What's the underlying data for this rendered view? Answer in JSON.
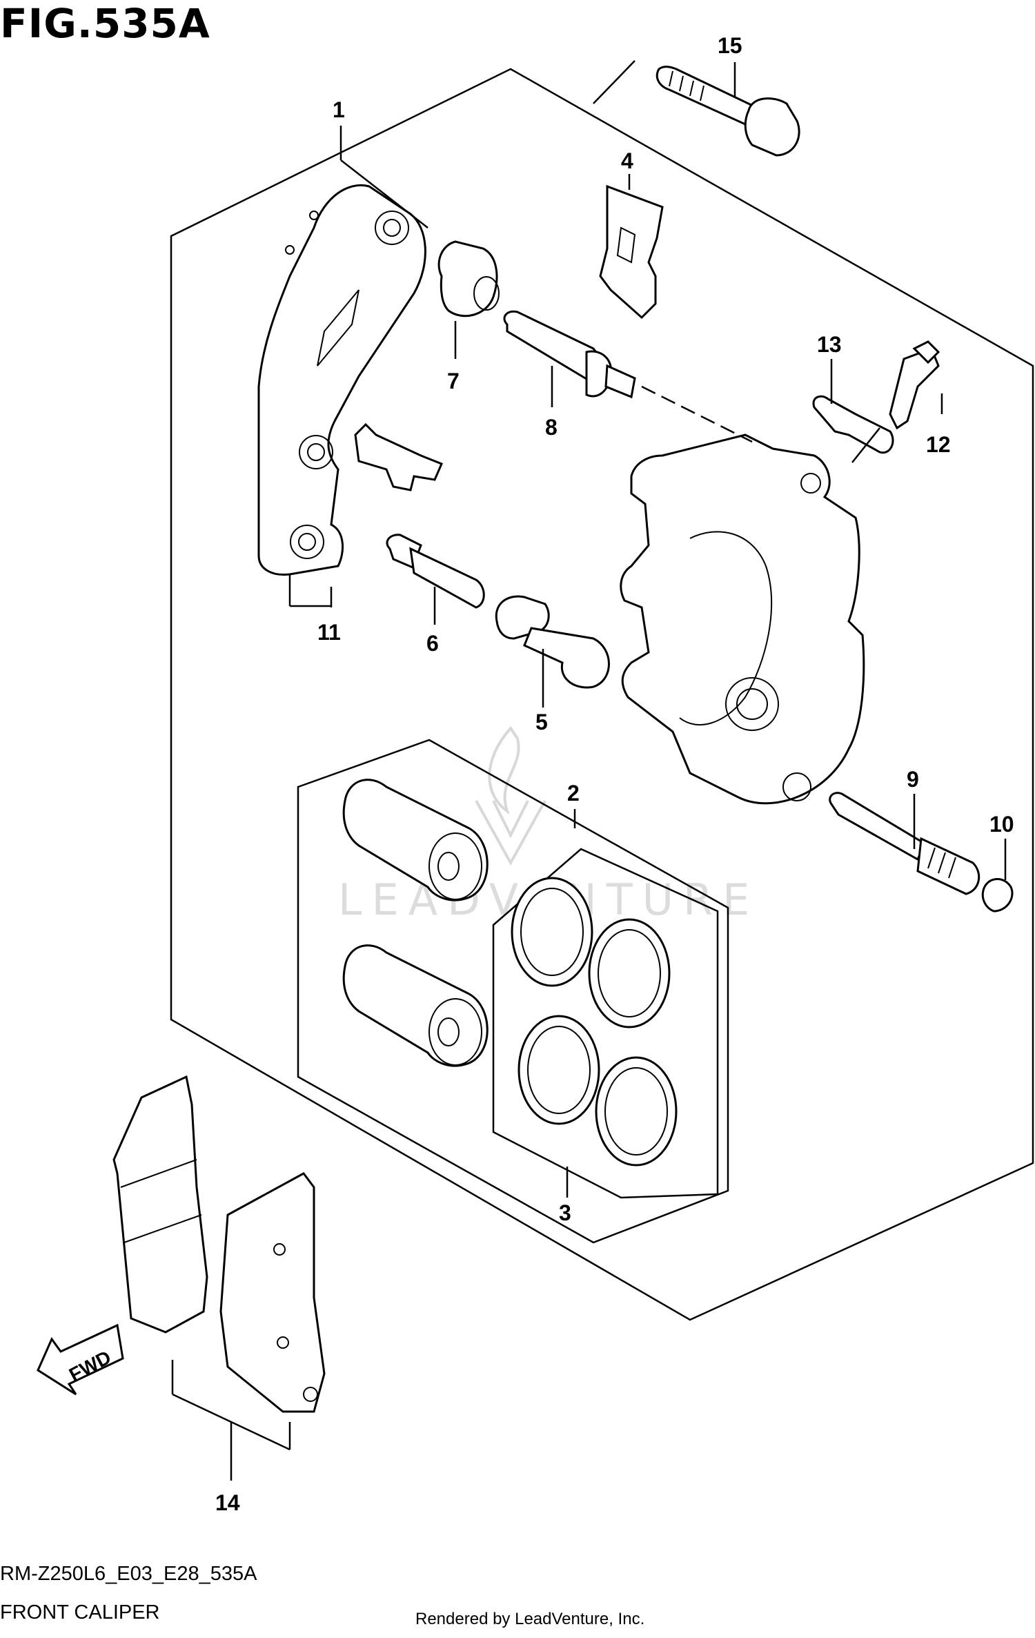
{
  "figure": {
    "title": "FIG.535A",
    "code": "RM-Z250L6_E03_E28_535A",
    "caption": "FRONT CALIPER",
    "credit": "Rendered by LeadVenture, Inc.",
    "watermark": "LEADVENTURE",
    "direction_marker": "FWD"
  },
  "callouts": [
    {
      "id": "1",
      "label": "1"
    },
    {
      "id": "2",
      "label": "2"
    },
    {
      "id": "3",
      "label": "3"
    },
    {
      "id": "4",
      "label": "4"
    },
    {
      "id": "5",
      "label": "5"
    },
    {
      "id": "6",
      "label": "6"
    },
    {
      "id": "7",
      "label": "7"
    },
    {
      "id": "8",
      "label": "8"
    },
    {
      "id": "9",
      "label": "9"
    },
    {
      "id": "10",
      "label": "10"
    },
    {
      "id": "11",
      "label": "11"
    },
    {
      "id": "12",
      "label": "12"
    },
    {
      "id": "13",
      "label": "13"
    },
    {
      "id": "14",
      "label": "14"
    },
    {
      "id": "15",
      "label": "15"
    }
  ],
  "colors": {
    "line": "#000000",
    "background": "#ffffff",
    "watermark": "#d8d8d8"
  }
}
